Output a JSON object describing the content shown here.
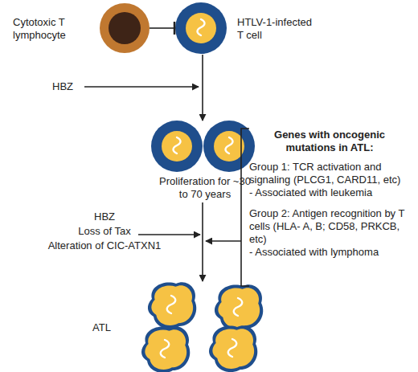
{
  "diagram": {
    "nodes": [
      {
        "text": [
          "Cytotoxic T lymphocyte"
        ]
      },
      {
        "text": [
          "HTLV-1-infected T cell"
        ]
      },
      {
        "text": [
          "Proliferation for ~30 to 70 years"
        ]
      },
      {
        "text": [
          "Genes with oncogenic mutations in ATL:",
          "Group 1: TCR activation and signaling (PLCG1, CARD11, etc)",
          "- Associated with leukemia",
          "Group 2: Antigen recognition by T cells (HLA- A, B; CD58, PRKCB, etc)",
          "- Associated with lymphoma"
        ]
      },
      {
        "text": [
          "ATL"
        ]
      }
    ],
    "edges": [
      {
        "from": 0,
        "to": 1,
        "arrow": "to"
      },
      {
        "from": 1,
        "to": 2,
        "arrow": "to"
      },
      {
        "from": 2,
        "to": 4,
        "arrow": "to"
      }
    ],
    "labels": [
      "HBZ",
      "HBZ",
      "Loss of Tax",
      "Alteration of CIC-ATXN1"
    ]
  }
}
